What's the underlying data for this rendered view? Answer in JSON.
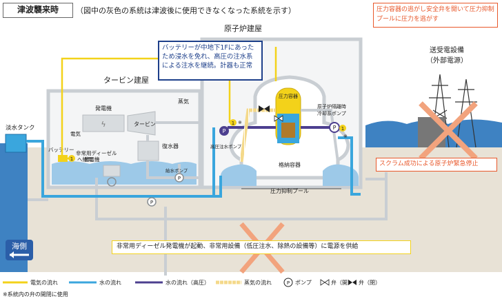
{
  "header": {
    "badge": "津波襲来時",
    "note": "（図中の灰色の系統は津波後に使用できなくなった系統を示す）"
  },
  "callouts": {
    "battery": "バッテリーが中地下1Fにあったため浸水を免れ、高圧の注水系による注水を継続。計器も正常",
    "relief_valve": "圧力容器の逃がし安全弁を開いて圧力抑制プールに圧力を逃がす",
    "scram": "スクラム成功による原子炉緊急停止",
    "diesel": "非常用ディーゼル発電機が起動、非常用設備（低圧注水、除熱の設備等）に電源を供給"
  },
  "labels": {
    "reactor_building": "原子炉建屋",
    "turbine_building": "タービン建屋",
    "transmission_line1": "送受電設備",
    "transmission_line2": "（外部電源）",
    "freshwater_tank": "淡水タンク",
    "battery": "バッテリー",
    "power_supply": "へ給電",
    "generator": "発電機",
    "turbine": "タービン",
    "steam": "蒸気",
    "condenser": "復水器",
    "emergency_diesel1": "非常用ディーゼル",
    "emergency_diesel2": "発電機",
    "feedwater_pump": "給水ポンプ",
    "electric": "電気",
    "hp_injection_pump": "高圧注水ポンプ",
    "rcic1": "原子炉隔離時",
    "rcic2": "冷却系ポンプ",
    "pressure_vessel": "圧力容器",
    "containment": "格納容器",
    "suppression_pool": "圧力抑制プール",
    "sea_side": "海側",
    "footnote": "※系統内の弁の開閉に使用",
    "marker1": "1",
    "asterisk": "※",
    "pump_symbol": "P",
    "lightning": "ϟ"
  },
  "legend": [
    {
      "label": "電気の流れ",
      "color": "#f3d21a",
      "style": "solid"
    },
    {
      "label": "水の流れ",
      "color": "#3aa6dd",
      "style": "solid"
    },
    {
      "label": "水の流れ（高圧）",
      "color": "#4c3f8f",
      "style": "solid"
    },
    {
      "label": "蒸気の流れ",
      "color": "#e9c46a",
      "style": "dashed"
    },
    {
      "label": "ポンプ",
      "symbol": "P"
    },
    {
      "label": "弁（開）",
      "symbol": "valve-open"
    },
    {
      "label": "弁（閉）",
      "symbol": "valve-closed"
    }
  ],
  "colors": {
    "orange": "#e8572a",
    "navy": "#1d3f8a",
    "yellow": "#f3d21a",
    "water": "#3aa6dd",
    "hp_water": "#4c3f8f",
    "gray": "#c9ced3",
    "sea": "#3e82c2"
  }
}
